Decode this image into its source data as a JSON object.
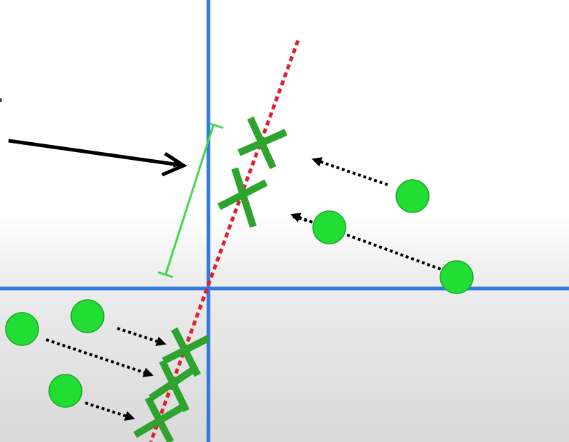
{
  "colors": {
    "axis": "#2f7be0",
    "regression_line": "#e01e2d",
    "point_fill": "#22dd33",
    "point_stroke": "#1aa826",
    "projection": "#2ea32e",
    "distance_marker": "#3fd84a",
    "arrow": "#000000"
  },
  "icons": {
    "data_point": "green-circle",
    "projected_point": "green-x-mark",
    "pointer_arrow": "black-arrow",
    "projection_arrow": "dotted-arrow",
    "distance_marker": "bracket-segment"
  },
  "legend": []
}
